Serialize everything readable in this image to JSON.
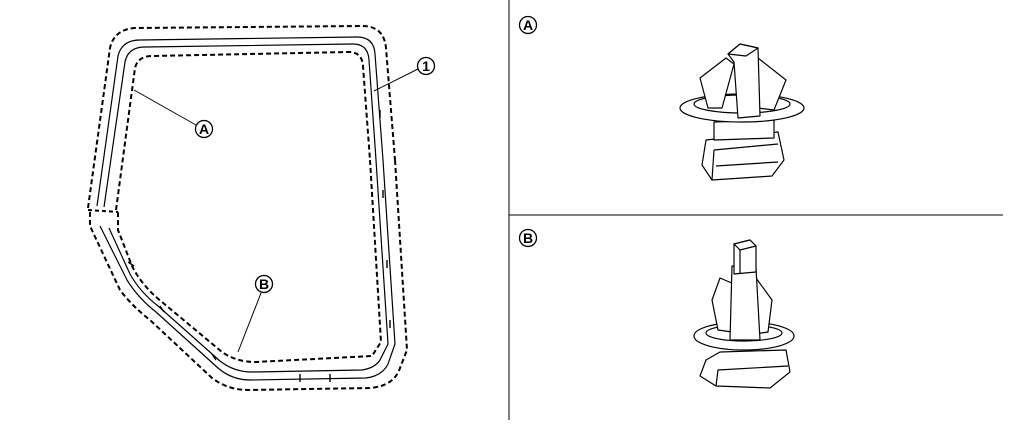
{
  "diagram": {
    "callouts": {
      "part_1": "1",
      "clip_a": "A",
      "clip_b": "B"
    },
    "panels": {
      "top_label": "A",
      "bottom_label": "B"
    },
    "colors": {
      "line": "#000000",
      "background": "#ffffff"
    }
  }
}
